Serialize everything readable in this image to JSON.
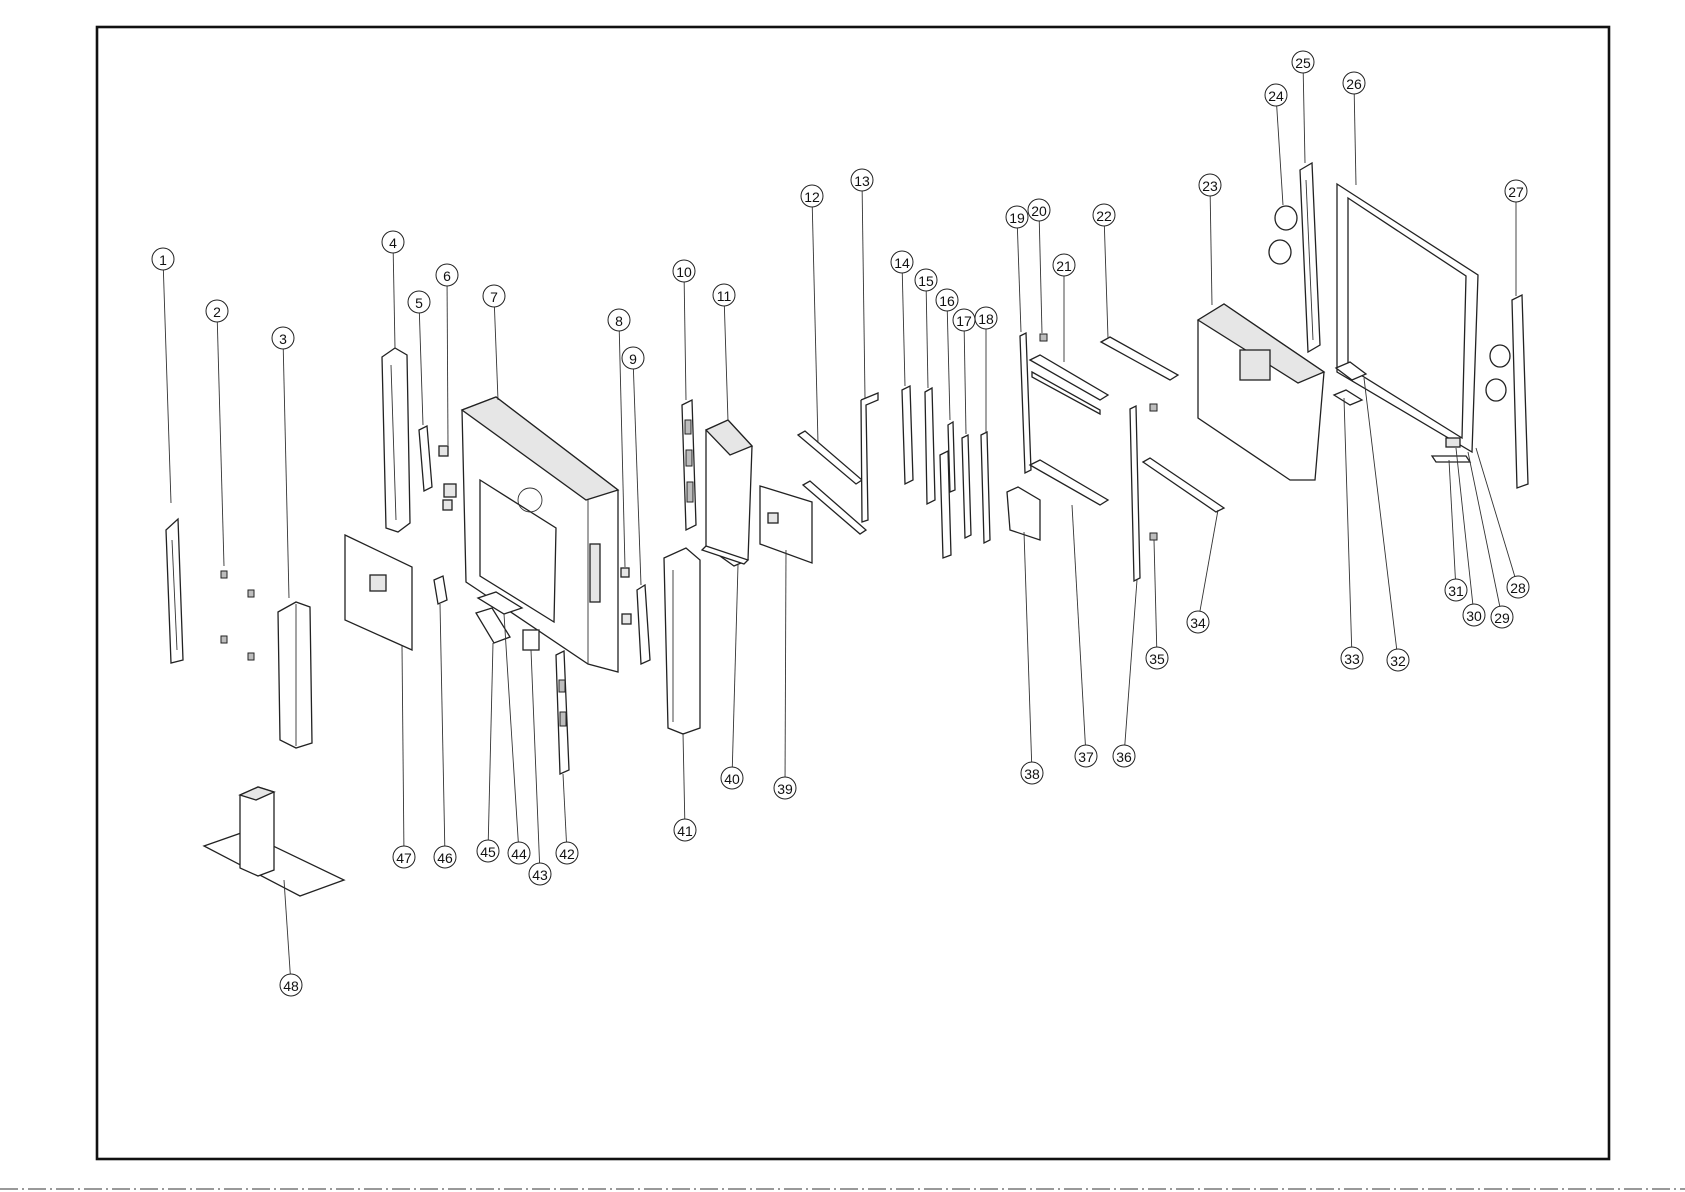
{
  "diagram": {
    "type": "exploded-parts-view",
    "callouts": [
      {
        "id": "1",
        "label": "1"
      },
      {
        "id": "2",
        "label": "2"
      },
      {
        "id": "3",
        "label": "3"
      },
      {
        "id": "4",
        "label": "4"
      },
      {
        "id": "5",
        "label": "5"
      },
      {
        "id": "6",
        "label": "6"
      },
      {
        "id": "7",
        "label": "7"
      },
      {
        "id": "8",
        "label": "8"
      },
      {
        "id": "9",
        "label": "9"
      },
      {
        "id": "10",
        "label": "10"
      },
      {
        "id": "11",
        "label": "11"
      },
      {
        "id": "12",
        "label": "12"
      },
      {
        "id": "13",
        "label": "13"
      },
      {
        "id": "14",
        "label": "14"
      },
      {
        "id": "15",
        "label": "15"
      },
      {
        "id": "16",
        "label": "16"
      },
      {
        "id": "17",
        "label": "17"
      },
      {
        "id": "18",
        "label": "18"
      },
      {
        "id": "19",
        "label": "19"
      },
      {
        "id": "20",
        "label": "20"
      },
      {
        "id": "21",
        "label": "21"
      },
      {
        "id": "22",
        "label": "22"
      },
      {
        "id": "23",
        "label": "23"
      },
      {
        "id": "24",
        "label": "24"
      },
      {
        "id": "25",
        "label": "25"
      },
      {
        "id": "26",
        "label": "26"
      },
      {
        "id": "27",
        "label": "27"
      },
      {
        "id": "28",
        "label": "28"
      },
      {
        "id": "29",
        "label": "29"
      },
      {
        "id": "30",
        "label": "30"
      },
      {
        "id": "31",
        "label": "31"
      },
      {
        "id": "32",
        "label": "32"
      },
      {
        "id": "33",
        "label": "33"
      },
      {
        "id": "34",
        "label": "34"
      },
      {
        "id": "35",
        "label": "35"
      },
      {
        "id": "36",
        "label": "36"
      },
      {
        "id": "37",
        "label": "37"
      },
      {
        "id": "38",
        "label": "38"
      },
      {
        "id": "39",
        "label": "39"
      },
      {
        "id": "40",
        "label": "40"
      },
      {
        "id": "41",
        "label": "41"
      },
      {
        "id": "42",
        "label": "42"
      },
      {
        "id": "43",
        "label": "43"
      },
      {
        "id": "44",
        "label": "44"
      },
      {
        "id": "45",
        "label": "45"
      },
      {
        "id": "46",
        "label": "46"
      },
      {
        "id": "47",
        "label": "47"
      },
      {
        "id": "48",
        "label": "48"
      }
    ]
  }
}
